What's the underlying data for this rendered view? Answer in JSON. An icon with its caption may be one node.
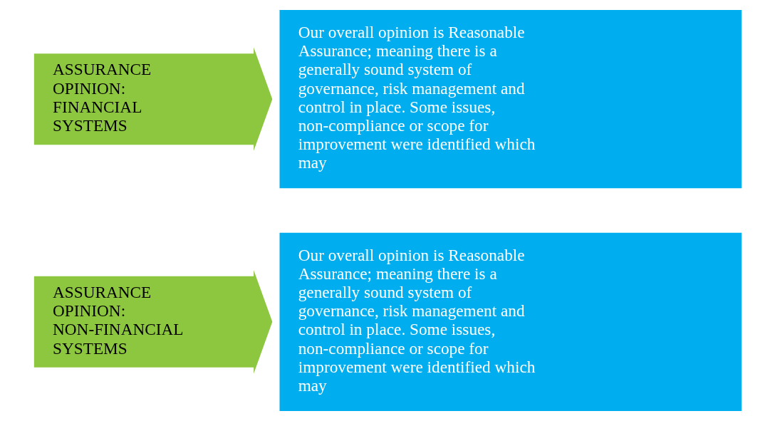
{
  "diagram": {
    "nodes": [
      {
        "text": [
          "ASSURANCE OPINION: FINANCIAL SYSTEMS"
        ]
      },
      {
        "text": [
          "Our overall opinion is Reasonable Assurance; meaning there is a generally sound system of governance, risk management and control in place. Some issues, non-compliance or scope for improvement were identified which may"
        ]
      },
      {
        "text": [
          "ASSURANCE OPINION: NON-FINANCIAL SYSTEMS"
        ]
      },
      {
        "text": [
          "Our overall opinion is Reasonable Assurance; meaning there is a generally sound system of governance, risk management and control in place. Some issues, non-compliance or scope for improvement were identified which may"
        ]
      }
    ]
  }
}
